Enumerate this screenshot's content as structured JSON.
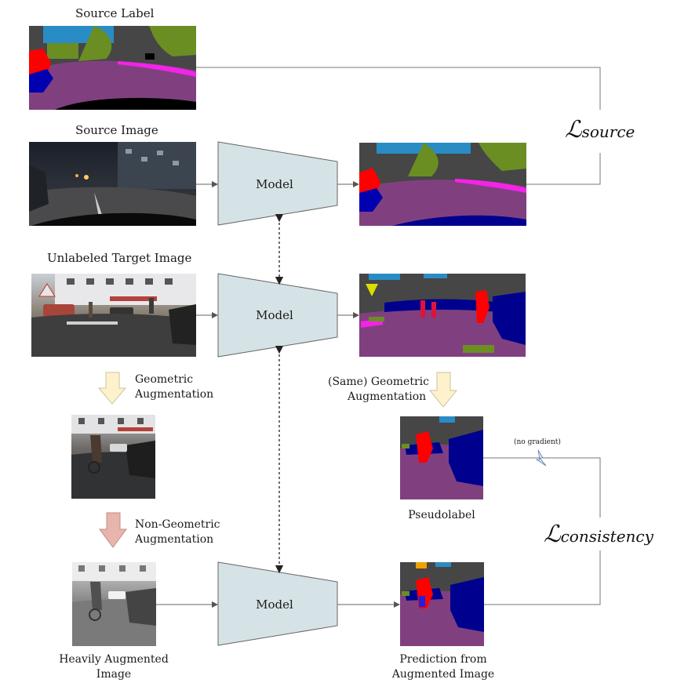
{
  "labels": {
    "source_label": "Source Label",
    "source_image": "Source Image",
    "unlabeled_target": "Unlabeled Target  Image",
    "geometric_aug": [
      "Geometric",
      "Augmentation"
    ],
    "same_geometric_aug": [
      "(Same) Geometric",
      "Augmentation"
    ],
    "non_geometric_aug": [
      "Non-Geometric",
      "Augmentation"
    ],
    "heavily_augmented": [
      "Heavily Augmented",
      "Image"
    ],
    "pseudolabel": "Pseudolabel",
    "prediction_aug": [
      "Prediction from",
      "Augmented Image"
    ],
    "no_gradient": "(no gradient)"
  },
  "models": {
    "model1": "Model",
    "model2": "Model",
    "model3": "Model"
  },
  "losses": {
    "source_symbol": "ℒ",
    "source_sub": "source",
    "consistency_symbol": "ℒ",
    "consistency_sub": "consistency"
  },
  "colors": {
    "road": "#804080",
    "sidewalk": "#f423e8",
    "building": "#464646",
    "vegetation": "#6b8e23",
    "sky": "#2a8cc4",
    "car": "#00008e",
    "person": "#ff0000",
    "model_fill": "#d6e3e6",
    "geom_arrow": "#fdf2cc",
    "nongeom_arrow": "#e8b4ab"
  }
}
